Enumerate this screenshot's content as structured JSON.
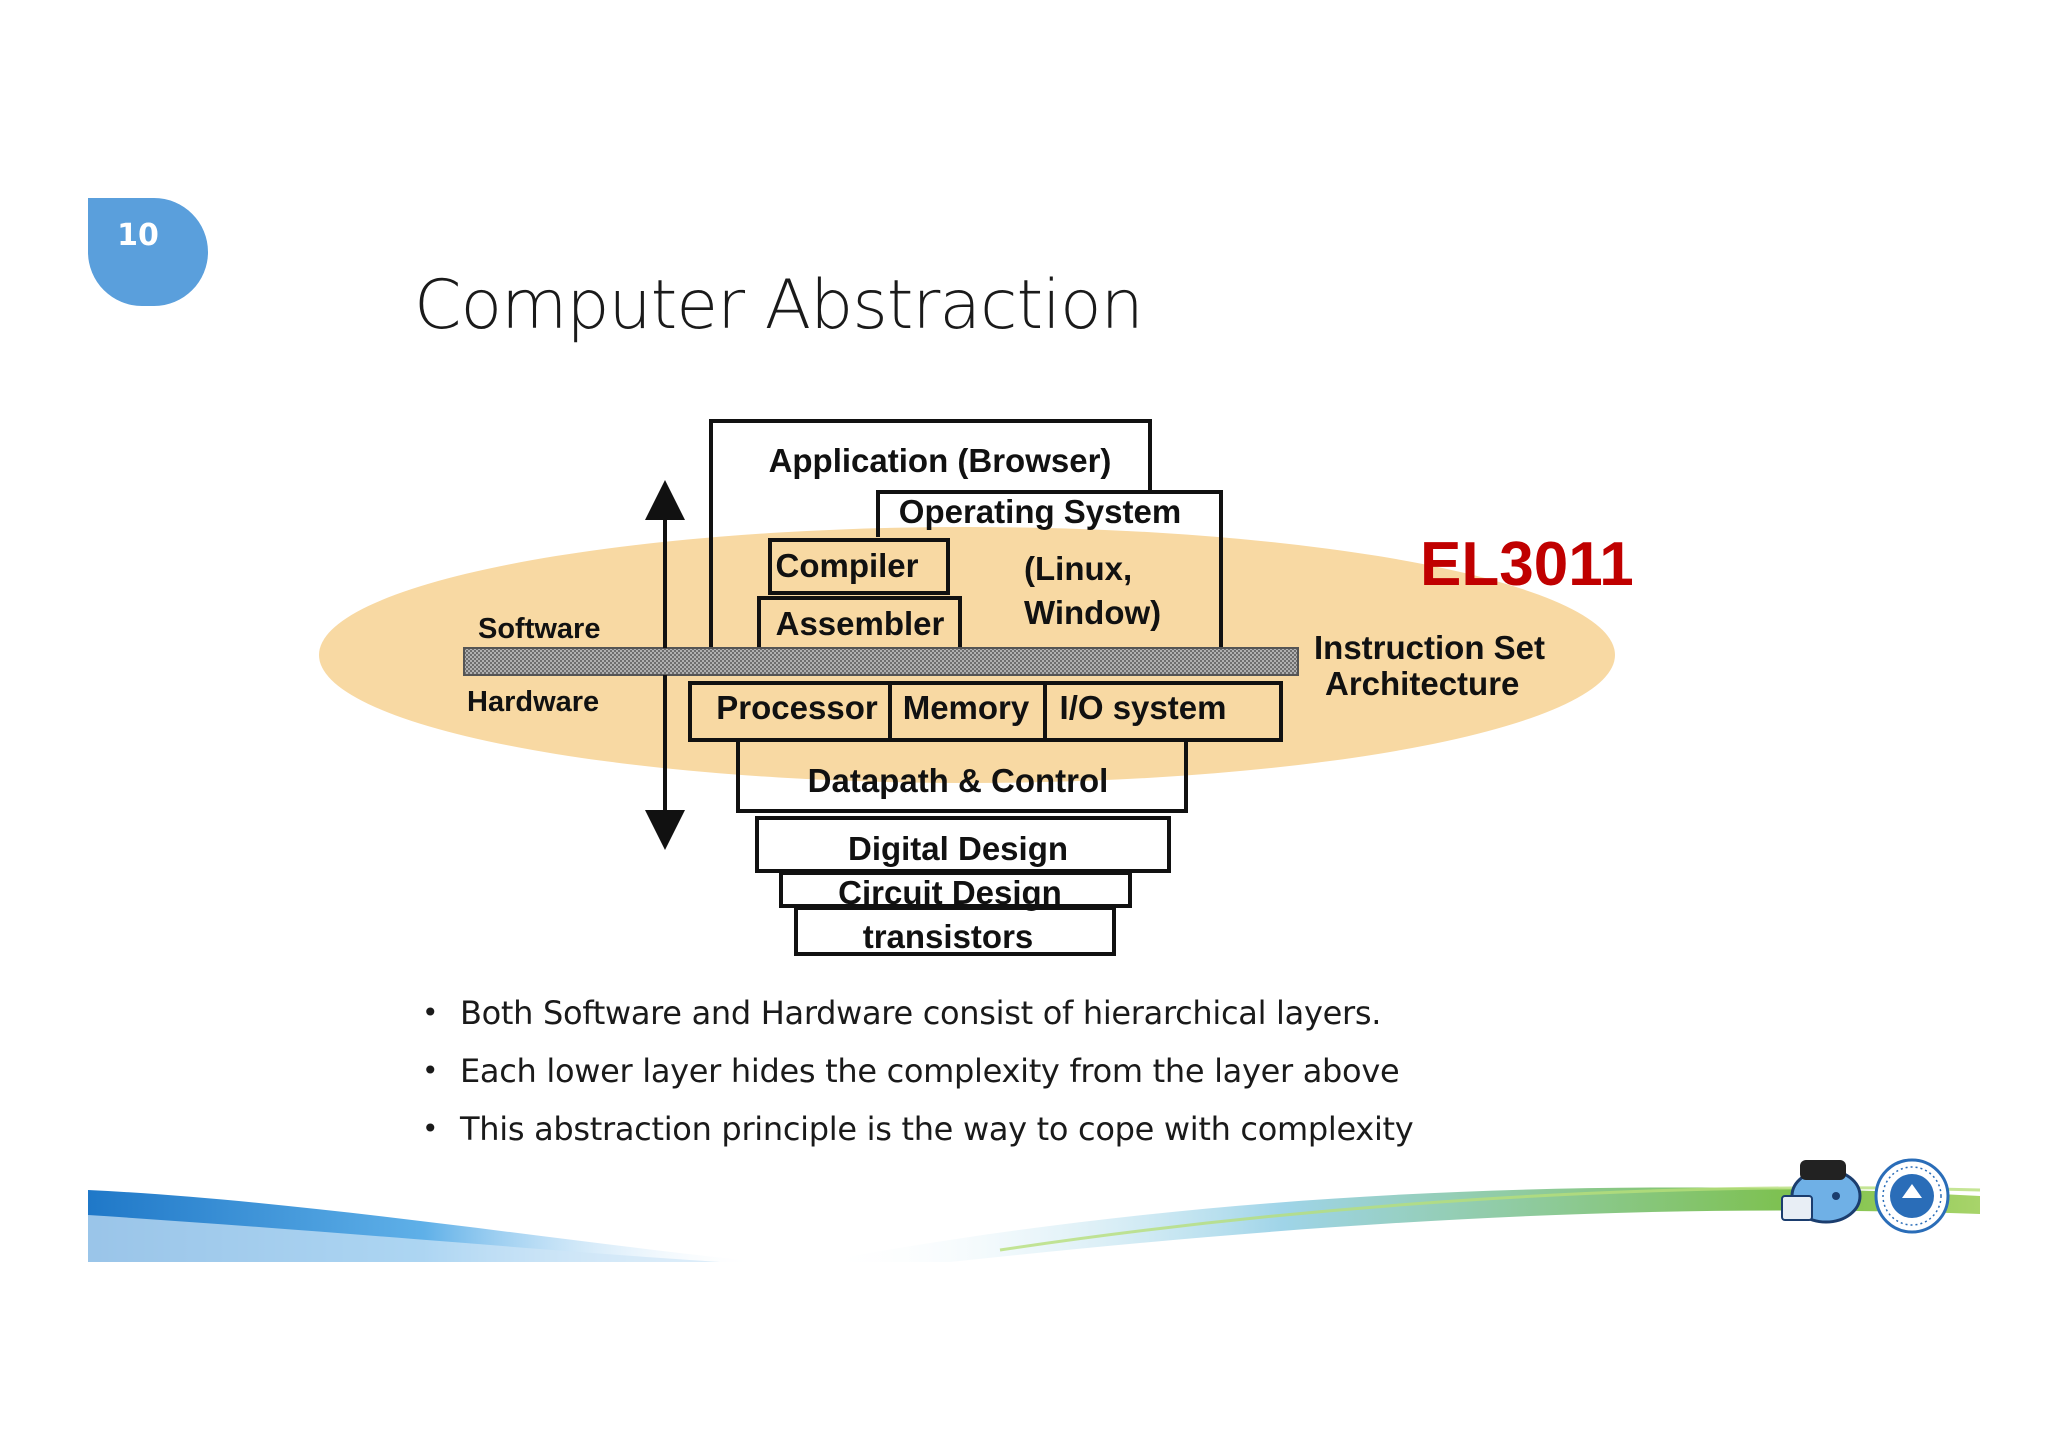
{
  "slide": {
    "number": "10",
    "title": "Computer Abstraction"
  },
  "diagram": {
    "layers": {
      "application": "Application (Browser)",
      "os": "Operating System",
      "os_detail_1": "(Linux,",
      "os_detail_2": "Window)",
      "compiler": "Compiler",
      "assembler": "Assembler",
      "processor": "Processor",
      "memory": "Memory",
      "io": "I/O system",
      "datapath": "Datapath & Control",
      "digital": "Digital Design",
      "circuit": "Circuit Design",
      "transistors": "transistors"
    },
    "side_labels": {
      "software": "Software",
      "hardware": "Hardware",
      "isa_1": "Instruction Set",
      "isa_2": "Architecture"
    },
    "course_code": "EL3011",
    "colors": {
      "ellipse": "#f8d9a3",
      "course_code": "#c00000",
      "accent": "#5a9fdc"
    }
  },
  "bullets": [
    "Both Software and Hardware consist of hierarchical layers.",
    "Each lower layer hides the complexity from the layer above",
    "This abstraction principle is the way to cope with complexity"
  ],
  "footer": {
    "logos": [
      "mascot-logo-icon",
      "itb-seal-icon"
    ]
  }
}
